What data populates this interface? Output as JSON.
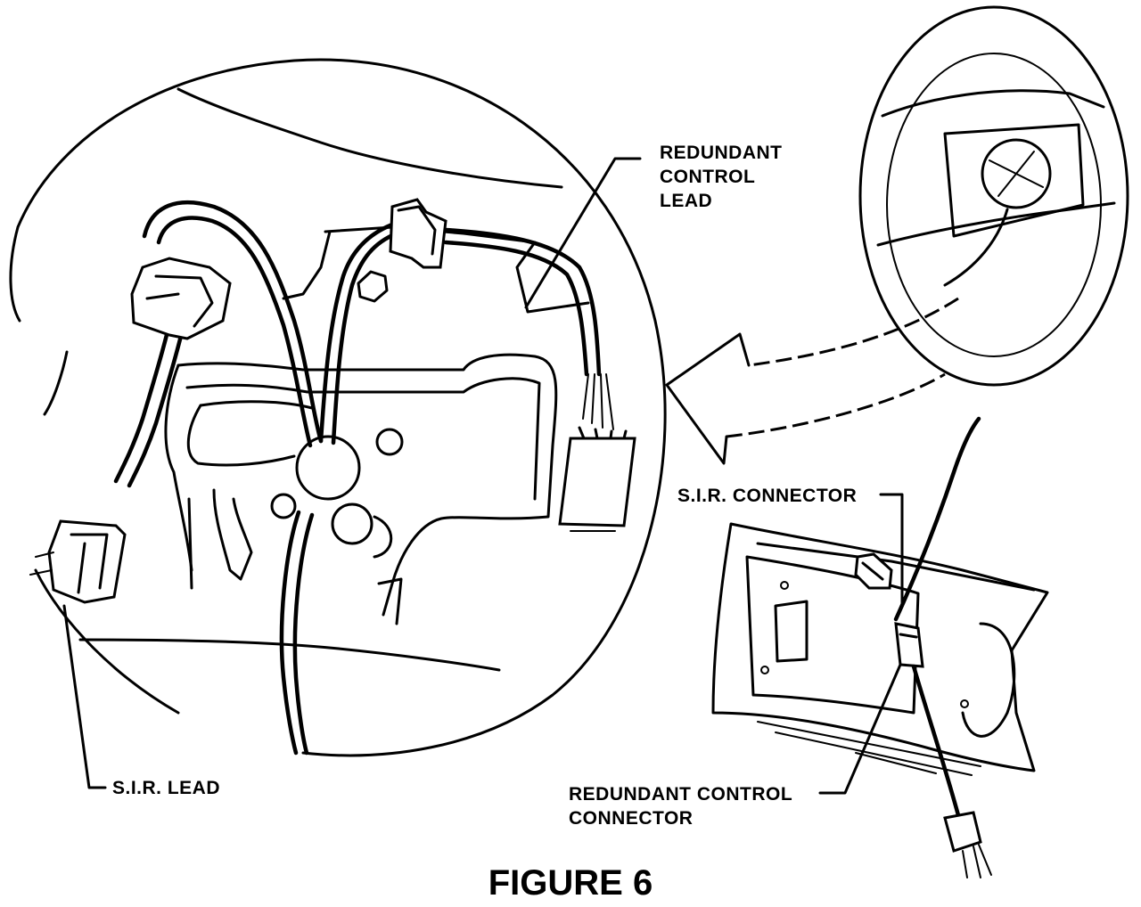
{
  "figure": {
    "title": "FIGURE 6",
    "labels": {
      "redundant_control_lead": [
        "REDUNDANT",
        "CONTROL",
        "LEAD"
      ],
      "sir_connector": "S.I.R. CONNECTOR",
      "sir_lead": "S.I.R. LEAD",
      "redundant_control_connector": [
        "REDUNDANT CONTROL",
        "CONNECTOR"
      ]
    }
  },
  "colors": {
    "ink": "#000000",
    "paper": "#ffffff"
  }
}
